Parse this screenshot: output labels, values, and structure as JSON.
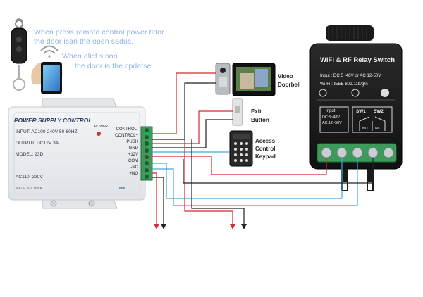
{
  "notes": {
    "line1": "When press remote control power tittor",
    "line2": "the door ican the open sadus.",
    "line3": "When alict sinon",
    "line4": "the door is the cpdatse."
  },
  "psu": {
    "title": "POWER SUPPLY CONTROL",
    "input": "INPUT: AC100-240V 50-60HZ",
    "output": "OUTPUT: DC12V 3A",
    "model": "MODEL: 23D",
    "power_label": "POWER",
    "ac_label": "AC110: 220V",
    "footer": "MADE IN CHINA",
    "time_label": "Time",
    "terminals": [
      "CONTROL-",
      "CONTROL+",
      "PUSH",
      "GND",
      "+12V",
      "COM",
      "-NC",
      "+NO"
    ]
  },
  "devices": {
    "video_doorbell": [
      "Video",
      "Doorbell"
    ],
    "exit_button": [
      "Exit",
      "Button"
    ],
    "access_keypad": [
      "Access",
      "Control",
      "Keypad"
    ]
  },
  "relay": {
    "title": "WiFi & RF Relay Switch",
    "input": "Input : DC 5~48V or AC 12-50V",
    "wifi": "Wi-Fi : IEEE 802.11b/g/n",
    "spec_title": "Input",
    "spec_line1": "DC:5~48V",
    "spec_line2": "AC:12~50V",
    "sw1": "SW1",
    "sw2": "SW2",
    "no": "NO",
    "nc": "NC"
  },
  "colors": {
    "red_wire": "#d62a2a",
    "black_wire": "#222222",
    "blue_wire": "#4aa3d8",
    "terminal_green": "#3c9a5a",
    "relay_body": "#1c1c1c"
  }
}
